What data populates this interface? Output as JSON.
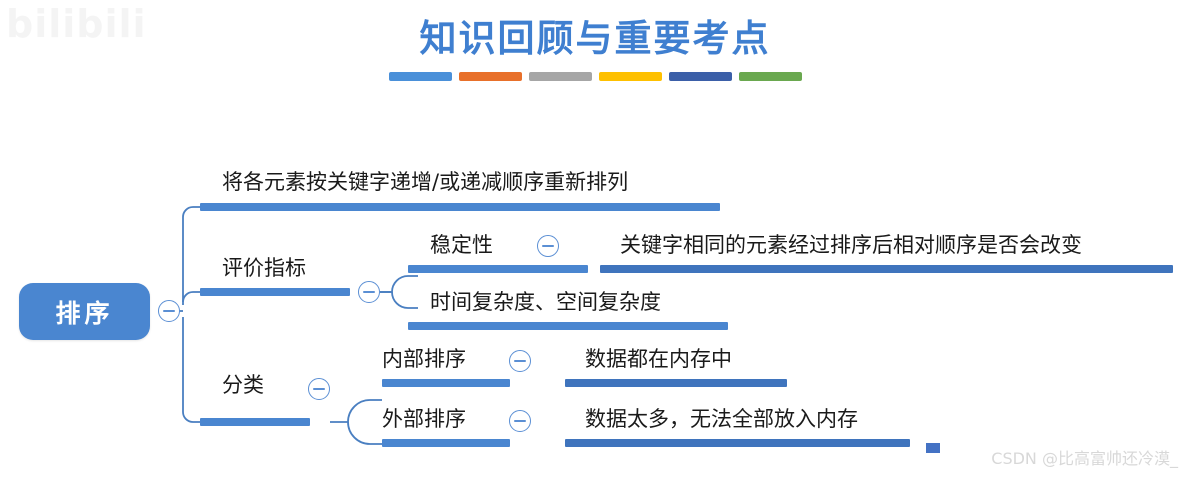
{
  "page": {
    "title": "知识回顾与重要考点",
    "accent_color": "#3f7fd0",
    "node_color": "#4a86d0",
    "background": "#ffffff"
  },
  "title_bars": [
    {
      "name": "bar-blue",
      "color": "#4a90d9"
    },
    {
      "name": "bar-orange",
      "color": "#e8702a"
    },
    {
      "name": "bar-gray",
      "color": "#a6a6a6"
    },
    {
      "name": "bar-yellow",
      "color": "#fec000"
    },
    {
      "name": "bar-navy",
      "color": "#3b5fa8"
    },
    {
      "name": "bar-green",
      "color": "#6aa84f"
    }
  ],
  "mindmap": {
    "root": {
      "label": "排序",
      "toggle": "collapse-minus"
    },
    "branches": [
      {
        "label": "将各元素按关键字递增/或递减顺序重新排列",
        "toggle": null,
        "children": []
      },
      {
        "label": "评价指标",
        "toggle": "collapse-minus",
        "children": [
          {
            "label": "稳定性",
            "toggle": "collapse-minus",
            "detail": "关键字相同的元素经过排序后相对顺序是否会改变"
          },
          {
            "label": "时间复杂度、空间复杂度",
            "toggle": null,
            "detail": ""
          }
        ]
      },
      {
        "label": "分类",
        "toggle": "collapse-minus",
        "children": [
          {
            "label": "内部排序",
            "toggle": "collapse-minus",
            "detail": "数据都在内存中"
          },
          {
            "label": "外部排序",
            "toggle": "collapse-minus",
            "detail": "数据太多，无法全部放入内存"
          }
        ]
      }
    ]
  },
  "watermarks": {
    "top_left": "bilibili",
    "bottom_right": "CSDN @比高富帅还冷漠_"
  }
}
